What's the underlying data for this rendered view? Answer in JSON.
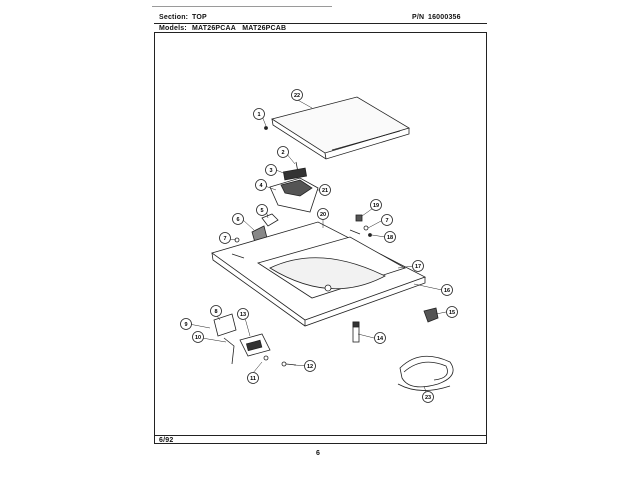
{
  "header": {
    "section_label": "Section:",
    "section_value": "TOP",
    "pn_label": "P/N",
    "pn_value": "16000356",
    "models_label": "Models:",
    "models_value": "MAT26PCAA   MAT26PCAB"
  },
  "footer": {
    "date": "6/92",
    "page_number": "6"
  },
  "callouts": [
    {
      "id": "callout-1",
      "label": "1"
    },
    {
      "id": "callout-2",
      "label": "2"
    },
    {
      "id": "callout-3",
      "label": "3"
    },
    {
      "id": "callout-4",
      "label": "4"
    },
    {
      "id": "callout-5",
      "label": "5"
    },
    {
      "id": "callout-6",
      "label": "6"
    },
    {
      "id": "callout-7a",
      "label": "7"
    },
    {
      "id": "callout-7b",
      "label": "7"
    },
    {
      "id": "callout-8",
      "label": "8"
    },
    {
      "id": "callout-9",
      "label": "9"
    },
    {
      "id": "callout-10",
      "label": "10"
    },
    {
      "id": "callout-11",
      "label": "11"
    },
    {
      "id": "callout-12",
      "label": "12"
    },
    {
      "id": "callout-13",
      "label": "13"
    },
    {
      "id": "callout-14",
      "label": "14"
    },
    {
      "id": "callout-15",
      "label": "15"
    },
    {
      "id": "callout-16",
      "label": "16"
    },
    {
      "id": "callout-17",
      "label": "17"
    },
    {
      "id": "callout-18",
      "label": "18"
    },
    {
      "id": "callout-19",
      "label": "19"
    },
    {
      "id": "callout-20",
      "label": "20"
    },
    {
      "id": "callout-21",
      "label": "21"
    },
    {
      "id": "callout-22",
      "label": "22"
    },
    {
      "id": "callout-23",
      "label": "23"
    }
  ]
}
